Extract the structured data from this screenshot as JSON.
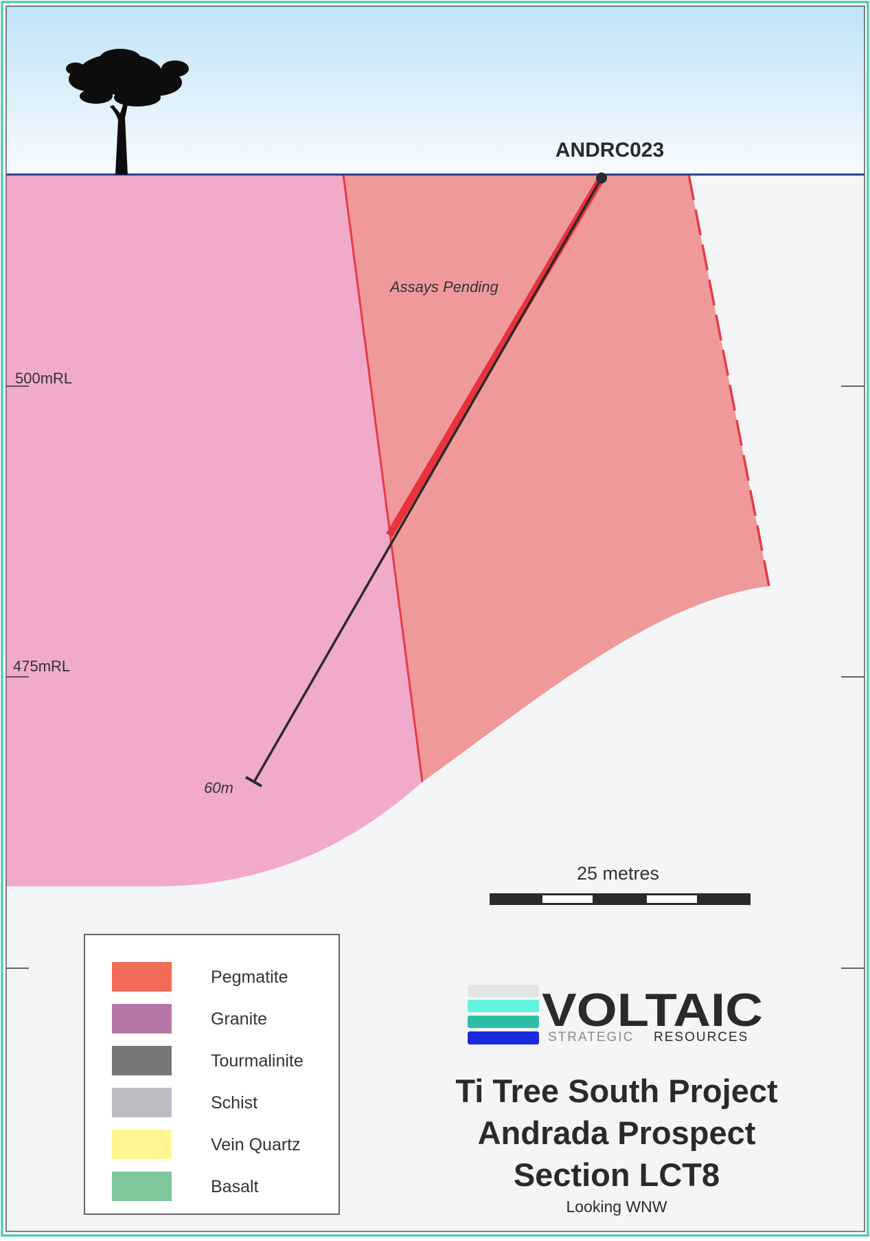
{
  "drillhole": {
    "id": "ANDRC023",
    "depth_label": "60m",
    "annotation": "Assays Pending"
  },
  "rl_labels": [
    "500mRL",
    "475mRL"
  ],
  "scale_bar": {
    "label": "25 metres"
  },
  "legend": [
    {
      "label": "Pegmatite",
      "color": "#f06a55"
    },
    {
      "label": "Granite",
      "color": "#b777a6"
    },
    {
      "label": "Tourmalinite",
      "color": "#767778"
    },
    {
      "label": "Schist",
      "color": "#bcbdc0"
    },
    {
      "label": "Vein Quartz",
      "color": "#fff68f"
    },
    {
      "label": "Basalt",
      "color": "#7fc79a"
    }
  ],
  "logo": {
    "name": "VOLTAIC",
    "tagline_light": "STRATEGIC",
    "tagline_dark": "RESOURCES"
  },
  "title": {
    "line1": "Ti Tree South Project",
    "line2": "Andrada Prospect",
    "line3": "Section LCT8",
    "subtitle": "Looking WNW"
  },
  "colors": {
    "frame": "#3fc7b0",
    "sky_top": "#bfe3f6",
    "sky_bottom": "#f7fbfe",
    "background": "#f4f5f7",
    "granite_fill": "#f1aaca",
    "pegmatite_fill": "#f0999a",
    "pegmatite_edge": "#e83a45",
    "surface_line": "#2b3a8f"
  }
}
